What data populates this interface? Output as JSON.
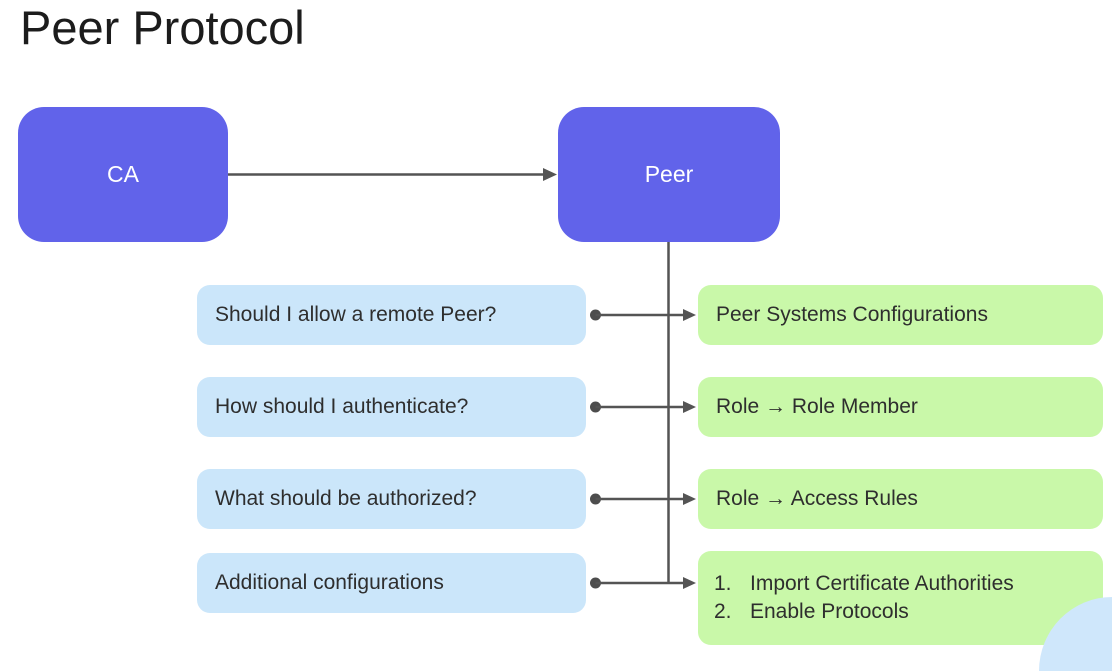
{
  "title": "Peer Protocol",
  "colors": {
    "node_fill": "#6163ea",
    "node_text": "#ffffff",
    "question_fill": "#cbe6fa",
    "answer_fill": "#c9f8a9",
    "connector": "#545454",
    "corner_decoration": "#cfe7fb",
    "title_text": "#1c1c1c"
  },
  "nodes": {
    "ca": "CA",
    "peer": "Peer"
  },
  "rows": [
    {
      "question": "Should I allow a remote Peer?",
      "answer": "Peer Systems Configurations"
    },
    {
      "question": "How should I authenticate?",
      "answer": "Role  →  Role Member"
    },
    {
      "question": "What should be authorized?",
      "answer": "Role  →  Access Rules"
    },
    {
      "question": "Additional configurations",
      "answer_items": [
        {
          "num": "1.",
          "text": "Import Certificate Authorities"
        },
        {
          "num": "2.",
          "text": "Enable Protocols"
        }
      ]
    }
  ]
}
